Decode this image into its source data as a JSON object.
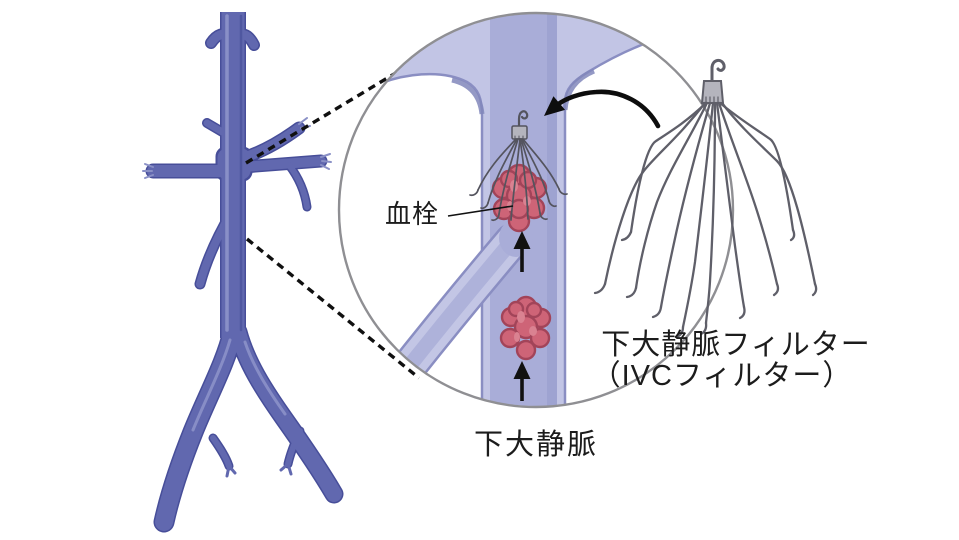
{
  "labels": {
    "thrombus": "血栓",
    "vessel": "下大静脈",
    "device_line1": "下大静脈フィルター",
    "device_line2": "（IVCフィルター）"
  },
  "colors": {
    "vein_fill": "#6168af",
    "vein_outline": "#474e99",
    "vein_highlight": "#8e94ca",
    "vessel_wall": "#c2c5e5",
    "vessel_lumen": "#a9add8",
    "vessel_edge": "#8a8ec2",
    "clot_fill": "#ce6477",
    "clot_outline": "#a24459",
    "clot_highlight": "#da8291",
    "device_metal": "#b4b4bd",
    "device_wire": "#5f5f69",
    "magnifier_outline": "#8f8f93",
    "annotation": "#111111",
    "background": "#ffffff"
  }
}
